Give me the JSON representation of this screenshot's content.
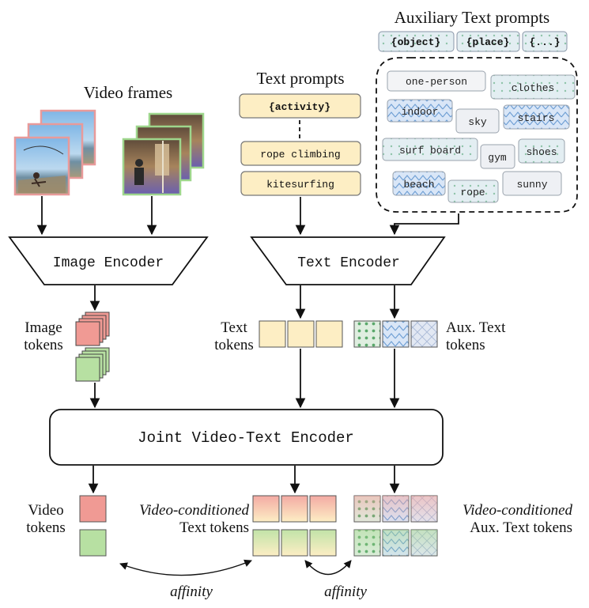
{
  "aux_prompts": {
    "title": "Auxiliary Text prompts",
    "templates": [
      "{object}",
      "{place}",
      "{...}"
    ],
    "words": [
      "one-person",
      "clothes",
      "indoor",
      "sky",
      "stairs",
      "surf board",
      "gym",
      "shoes",
      "beach",
      "rope",
      "sunny"
    ]
  },
  "video_frames": {
    "title": "Video frames"
  },
  "text_prompts": {
    "title": "Text prompts",
    "template": "{activity}",
    "items": [
      "rope climbing",
      "kitesurfing"
    ]
  },
  "encoders": {
    "image": "Image Encoder",
    "text": "Text Encoder",
    "joint": "Joint Video-Text Encoder"
  },
  "tokens": {
    "image_1": "Image",
    "image_2": "tokens",
    "text_1": "Text",
    "text_2": "tokens",
    "aux_1": "Aux. Text",
    "aux_2": "tokens",
    "video_1": "Video",
    "video_2": "tokens",
    "vc_text_1": "Video-conditioned",
    "vc_text_2": "Text tokens",
    "vc_aux_1": "Video-conditioned",
    "vc_aux_2": "Aux. Text tokens"
  },
  "affinity": [
    "affinity",
    "affinity"
  ],
  "colors": {
    "red_token": "#f09a94",
    "green_token": "#b7e0a2",
    "yellow_token": "#fdeec4",
    "aux_token": "#d7e2ef",
    "frame_red_border": "#e89a9a",
    "frame_green_border": "#9ed68c"
  }
}
